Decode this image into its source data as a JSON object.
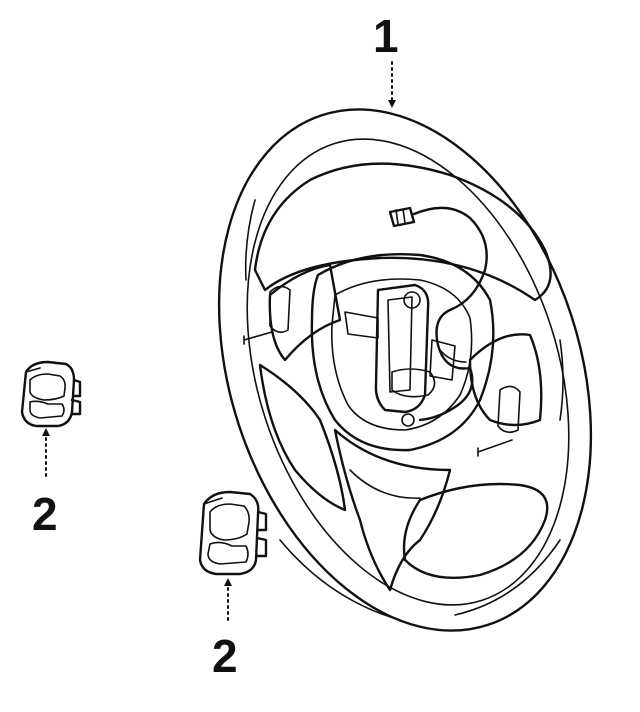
{
  "callouts": {
    "wheel": "1",
    "switch_left": "2",
    "switch_bottom": "2"
  },
  "colors": {
    "ink": "#111111",
    "paper": "#ffffff"
  }
}
